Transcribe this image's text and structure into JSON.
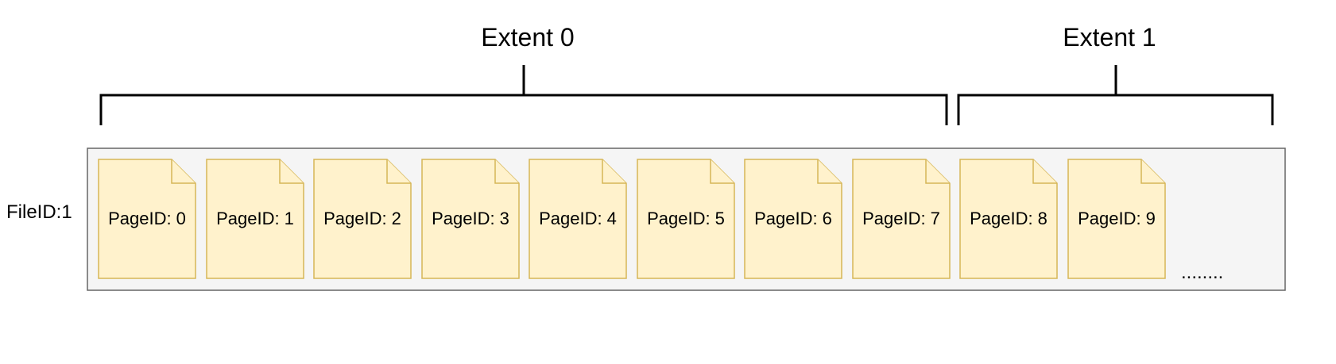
{
  "extents": [
    {
      "title": "Extent 0"
    },
    {
      "title": "Extent 1"
    }
  ],
  "file": {
    "label": "FileID:1"
  },
  "pages": [
    {
      "label": "PageID: 0"
    },
    {
      "label": "PageID: 1"
    },
    {
      "label": "PageID: 2"
    },
    {
      "label": "PageID: 3"
    },
    {
      "label": "PageID: 4"
    },
    {
      "label": "PageID: 5"
    },
    {
      "label": "PageID: 6"
    },
    {
      "label": "PageID: 7"
    },
    {
      "label": "PageID: 8"
    },
    {
      "label": "PageID: 9"
    }
  ],
  "continuation": "........",
  "colors": {
    "page_fill": "#fff2cc",
    "page_stroke": "#d6b656",
    "container_fill": "#f5f5f5",
    "container_stroke": "#666666"
  }
}
